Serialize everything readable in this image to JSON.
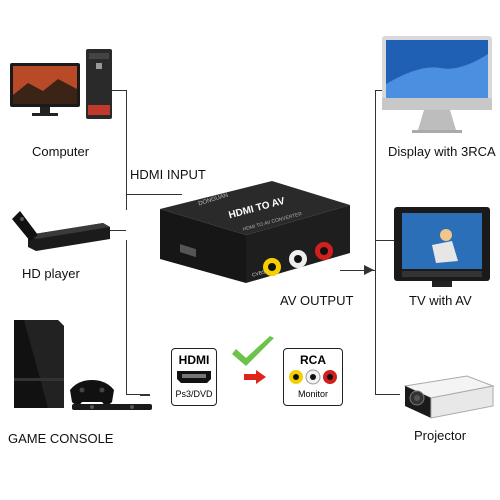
{
  "left_devices": {
    "computer": "Computer",
    "hd_player": "HD  player",
    "game_console": "GAME CONSOLE"
  },
  "right_devices": {
    "display": "Display with 3RCA",
    "tv": "TV with AV",
    "projector": "Projector"
  },
  "connections": {
    "input_label": "HDMI INPUT",
    "output_label": "AV OUTPUT"
  },
  "converter": {
    "brand": "DONGUAN",
    "title": "HDMI TO AV",
    "subtitle": "HDMI TO AV CONVERTER",
    "port_left": "CVBS"
  },
  "bottom_legend": {
    "hdmi_title": "HDMI",
    "hdmi_sub": "Ps3/DVD",
    "rca_title": "RCA",
    "rca_sub": "Monitor"
  },
  "colors": {
    "check": "#6cc24a",
    "arrow": "#e0241b",
    "rca_yellow": "#f5d000",
    "rca_white": "#f2f2f2",
    "rca_red": "#d11f1f"
  }
}
